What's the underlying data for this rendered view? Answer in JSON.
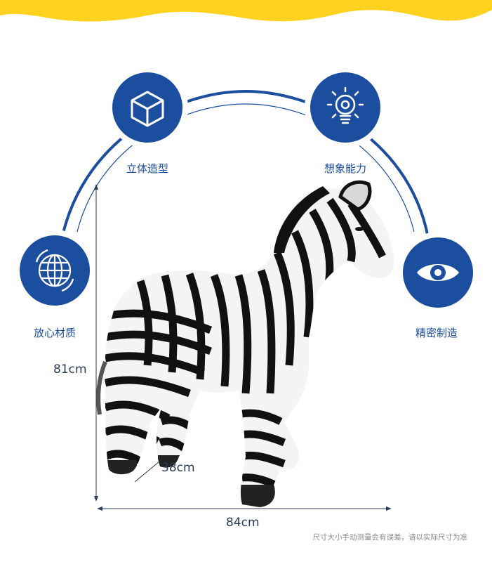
{
  "features": [
    {
      "id": "cube",
      "label": "立体造型",
      "icon": "cube-icon"
    },
    {
      "id": "imagination",
      "label": "想象能力",
      "icon": "lightbulb-gear-icon"
    },
    {
      "id": "material",
      "label": "放心材质",
      "icon": "globe-icon"
    },
    {
      "id": "precision",
      "label": "精密制造",
      "icon": "eye-icon"
    }
  ],
  "dimensions": {
    "height": "81cm",
    "depth": "38cm",
    "width": "84cm"
  },
  "disclaimer": "尺寸大小手动测量会有误差，请以实际尺寸为准",
  "colors": {
    "brand_blue": "#1c4ea0",
    "top_wave_yellow": "#ffd21f",
    "product_black": "#111111",
    "product_white": "#f4f4f4"
  },
  "product": {
    "subject": "inflatable zebra toy"
  }
}
